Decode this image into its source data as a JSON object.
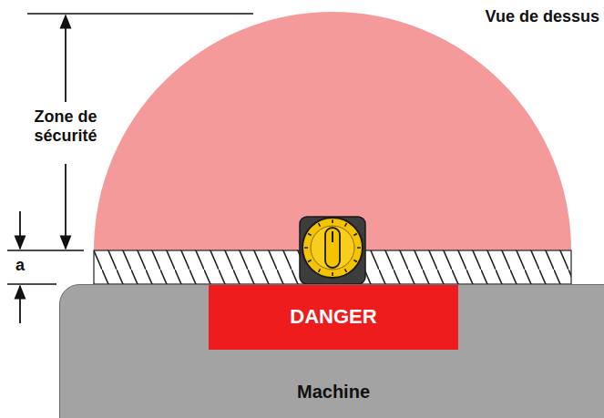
{
  "diagram": {
    "nodes": [
      {
        "text": [
          "Machine"
        ]
      },
      {
        "text": [
          "DANGER"
        ],
        "in": 0
      }
    ],
    "labels": [
      "Vue de dessus",
      "Zone de sécurité",
      "a"
    ]
  }
}
